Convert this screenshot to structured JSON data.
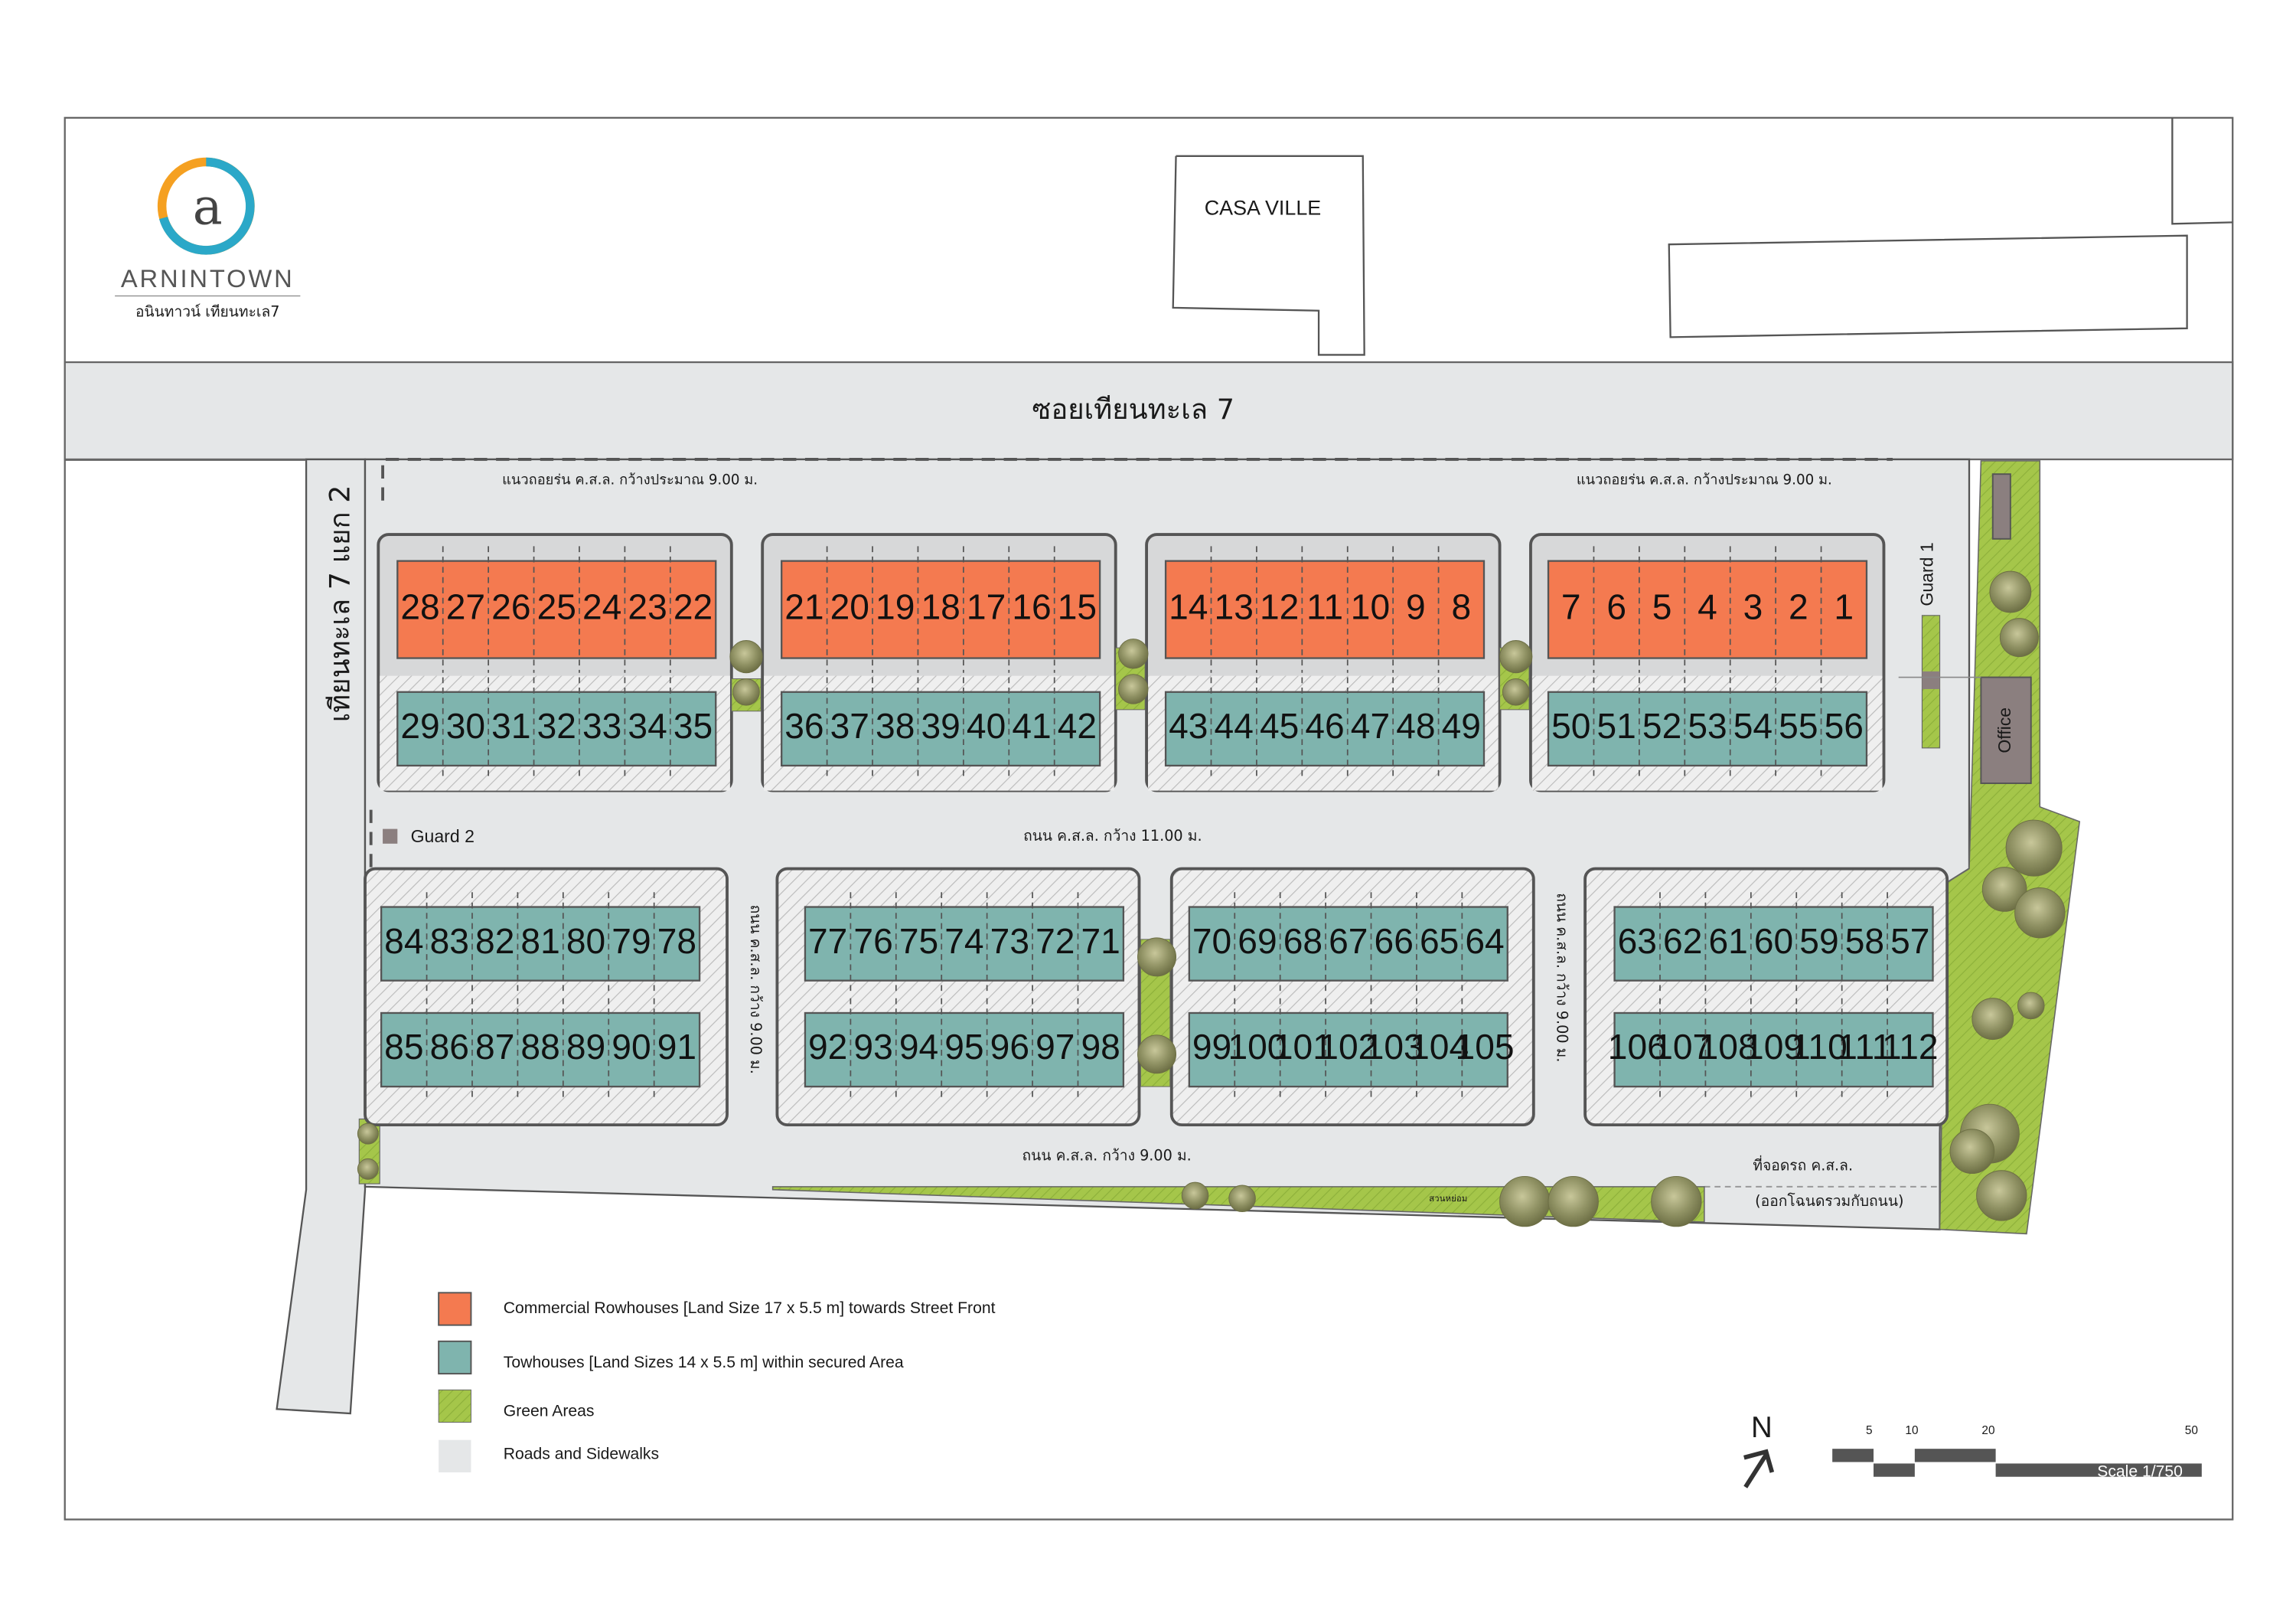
{
  "colors": {
    "commercial": "#F47A50",
    "townhouse": "#7FB4AE",
    "green": "#A5C64A",
    "road": "#E5E7E8",
    "outline": "#555555",
    "logo_orange": "#F5A021",
    "logo_teal": "#2BA8C8"
  },
  "logo": {
    "mark": "a",
    "name": "ARNINTOWN",
    "subtitle": "อนินทาวน์ เทียนทะเล7"
  },
  "neighbor": {
    "label": "CASA VILLE"
  },
  "roads": {
    "main_road": "ซอยเทียนทะเล 7",
    "side_road": "เทียนทะเล 7 แยก 2",
    "setback_left": "แนวถอยร่น ค.ส.ล. กว้างประมาณ 9.00 ม.",
    "setback_right": "แนวถอยร่น ค.ส.ล. กว้างประมาณ 9.00 ม.",
    "inner_road_11": "ถนน ค.ส.ล. กว้าง 11.00 ม.",
    "inner_road_9": "ถนน ค.ส.ล. กว้าง 9.00 ม.",
    "cross_road_left": "ถนน ค.ส.ล. กว้าง 9.00 ม.",
    "cross_road_right": "ถนน ค.ส.ล. กว้าง 9.00 ม.",
    "parking": "ที่จอดรถ ค.ส.ล.",
    "parking_note": "(ออกโฉนดรวมกับถนน)",
    "garden": "สวนหย่อม"
  },
  "facilities": {
    "guard1": "Guard 1",
    "guard2": "Guard 2",
    "office": "Office"
  },
  "lot_rows": {
    "commercial": [
      [
        "28",
        "27",
        "26",
        "25",
        "24",
        "23",
        "22"
      ],
      [
        "21",
        "20",
        "19",
        "18",
        "17",
        "16",
        "15"
      ],
      [
        "14",
        "13",
        "12",
        "11",
        "10",
        "9",
        "8"
      ],
      [
        "7",
        "6",
        "5",
        "4",
        "3",
        "2",
        "1"
      ]
    ],
    "row2": [
      [
        "29",
        "30",
        "31",
        "32",
        "33",
        "34",
        "35"
      ],
      [
        "36",
        "37",
        "38",
        "39",
        "40",
        "41",
        "42"
      ],
      [
        "43",
        "44",
        "45",
        "46",
        "47",
        "48",
        "49"
      ],
      [
        "50",
        "51",
        "52",
        "53",
        "54",
        "55",
        "56"
      ]
    ],
    "row3": [
      [
        "84",
        "83",
        "82",
        "81",
        "80",
        "79",
        "78"
      ],
      [
        "77",
        "76",
        "75",
        "74",
        "73",
        "72",
        "71"
      ],
      [
        "70",
        "69",
        "68",
        "67",
        "66",
        "65",
        "64"
      ],
      [
        "63",
        "62",
        "61",
        "60",
        "59",
        "58",
        "57"
      ]
    ],
    "row4": [
      [
        "85",
        "86",
        "87",
        "88",
        "89",
        "90",
        "91"
      ],
      [
        "92",
        "93",
        "94",
        "95",
        "96",
        "97",
        "98"
      ],
      [
        "99",
        "100",
        "101",
        "102",
        "103",
        "104",
        "105"
      ],
      [
        "106",
        "107",
        "108",
        "109",
        "110",
        "111",
        "112"
      ]
    ]
  },
  "legend": [
    {
      "type": "commercial",
      "label": "Commercial Rowhouses [Land Size 17 x 5.5 m]  towards Street Front"
    },
    {
      "type": "townhouse",
      "label": "Towhouses [Land Sizes 14 x 5.5 m]  within secured Area"
    },
    {
      "type": "green",
      "label": "Green Areas"
    },
    {
      "type": "road",
      "label": "Roads and Sidewalks"
    }
  ],
  "north_label": "N",
  "scale": {
    "ticks": [
      "5",
      "10",
      "20",
      "50"
    ],
    "label": "Scale 1/750"
  }
}
